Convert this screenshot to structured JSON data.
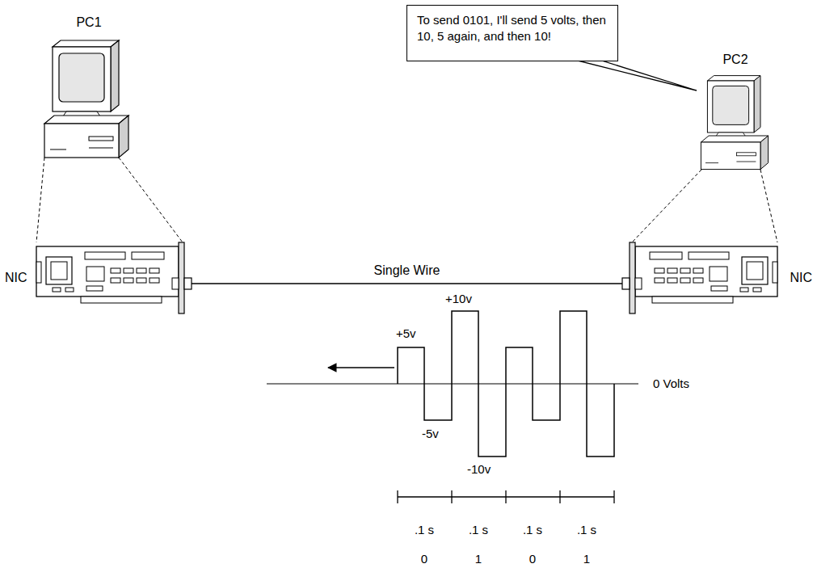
{
  "diagram": {
    "nodes": [
      {
        "text": [
          "PC1"
        ]
      },
      {
        "text": [
          "To send 0101, I'll send 5 volts, then 10, 5 again, and then 10!"
        ]
      },
      {
        "text": [
          "PC2"
        ]
      },
      {
        "text": [
          "NIC"
        ]
      },
      {
        "text": [
          "NIC"
        ]
      }
    ],
    "edges": [
      {
        "from": 3,
        "to": 4,
        "arrow": "none",
        "label": "Single Wire"
      }
    ],
    "labels": [
      "+5v",
      "-5v",
      "+10v",
      "-10v",
      "0 Volts",
      ".1 s",
      ".1 s",
      ".1 s",
      ".1 s",
      "0",
      "1",
      "0",
      "1"
    ]
  }
}
